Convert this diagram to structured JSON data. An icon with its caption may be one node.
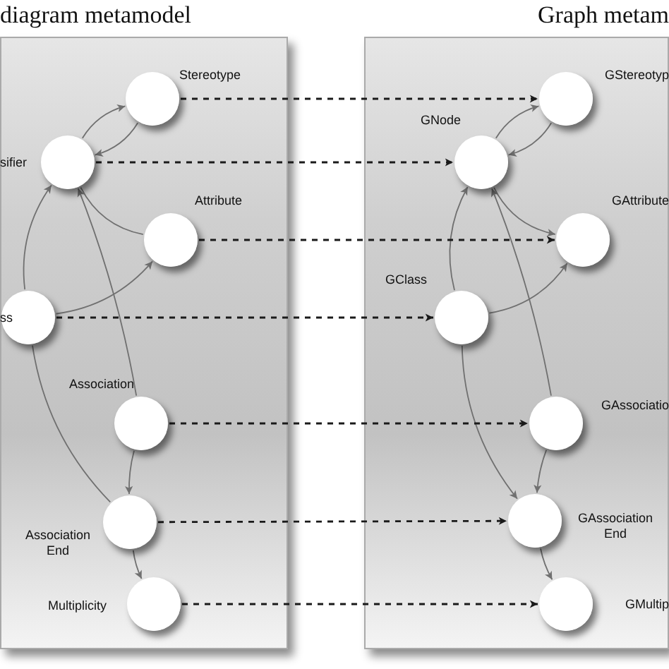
{
  "diagram": {
    "nodes": [
      {
        "text": [
          "diagram metamodel"
        ]
      },
      {
        "text": [
          "Stereotype"
        ],
        "in": 0
      },
      {
        "text": [
          "sifier"
        ],
        "in": 0
      },
      {
        "text": [
          "Attribute"
        ],
        "in": 0
      },
      {
        "text": [
          "ss"
        ],
        "in": 0
      },
      {
        "text": [
          "Association"
        ],
        "in": 0
      },
      {
        "text": [
          "Association End"
        ],
        "in": 0
      },
      {
        "text": [
          "Multiplicity"
        ],
        "in": 0
      },
      {
        "text": [
          "Graph metam"
        ]
      },
      {
        "text": [
          "GStereotyp"
        ],
        "in": 8
      },
      {
        "text": [
          "GNode"
        ],
        "in": 8
      },
      {
        "text": [
          "GAttribute"
        ],
        "in": 8
      },
      {
        "text": [
          "GClass"
        ],
        "in": 8
      },
      {
        "text": [
          "GAssociatio"
        ],
        "in": 8
      },
      {
        "text": [
          "GAssociation End"
        ],
        "in": 8
      },
      {
        "text": [
          "GMultip"
        ],
        "in": 8
      }
    ],
    "edges": [
      {
        "from": 2,
        "to": 1,
        "arrow": "to"
      },
      {
        "from": 1,
        "to": 2,
        "arrow": "to"
      },
      {
        "from": 2,
        "to": 3,
        "arrow": "none"
      },
      {
        "from": 4,
        "to": 3,
        "arrow": "to"
      },
      {
        "from": 4,
        "to": 2,
        "arrow": "to"
      },
      {
        "from": 5,
        "to": 2,
        "arrow": "to"
      },
      {
        "from": 5,
        "to": 6,
        "arrow": "to"
      },
      {
        "from": 4,
        "to": 6,
        "arrow": "none"
      },
      {
        "from": 6,
        "to": 7,
        "arrow": "to"
      },
      {
        "from": 10,
        "to": 9,
        "arrow": "to"
      },
      {
        "from": 9,
        "to": 10,
        "arrow": "to"
      },
      {
        "from": 10,
        "to": 11,
        "arrow": "to"
      },
      {
        "from": 12,
        "to": 11,
        "arrow": "to"
      },
      {
        "from": 12,
        "to": 10,
        "arrow": "to"
      },
      {
        "from": 13,
        "to": 10,
        "arrow": "to"
      },
      {
        "from": 13,
        "to": 14,
        "arrow": "to"
      },
      {
        "from": 12,
        "to": 14,
        "arrow": "to"
      },
      {
        "from": 14,
        "to": 15,
        "arrow": "to"
      },
      {
        "from": 1,
        "to": 9,
        "arrow": "to",
        "style": "dashed",
        "color": "#1a1a1a"
      },
      {
        "from": 2,
        "to": 10,
        "arrow": "to",
        "style": "dashed",
        "color": "#1a1a1a"
      },
      {
        "from": 3,
        "to": 11,
        "arrow": "to",
        "style": "dashed",
        "color": "#1a1a1a"
      },
      {
        "from": 4,
        "to": 12,
        "arrow": "to",
        "style": "dashed",
        "color": "#1a1a1a"
      },
      {
        "from": 5,
        "to": 13,
        "arrow": "to",
        "style": "dashed",
        "color": "#1a1a1a"
      },
      {
        "from": 6,
        "to": 14,
        "arrow": "to",
        "style": "dashed",
        "color": "#1a1a1a"
      },
      {
        "from": 7,
        "to": 15,
        "arrow": "to",
        "style": "dashed",
        "color": "#1a1a1a"
      }
    ]
  }
}
